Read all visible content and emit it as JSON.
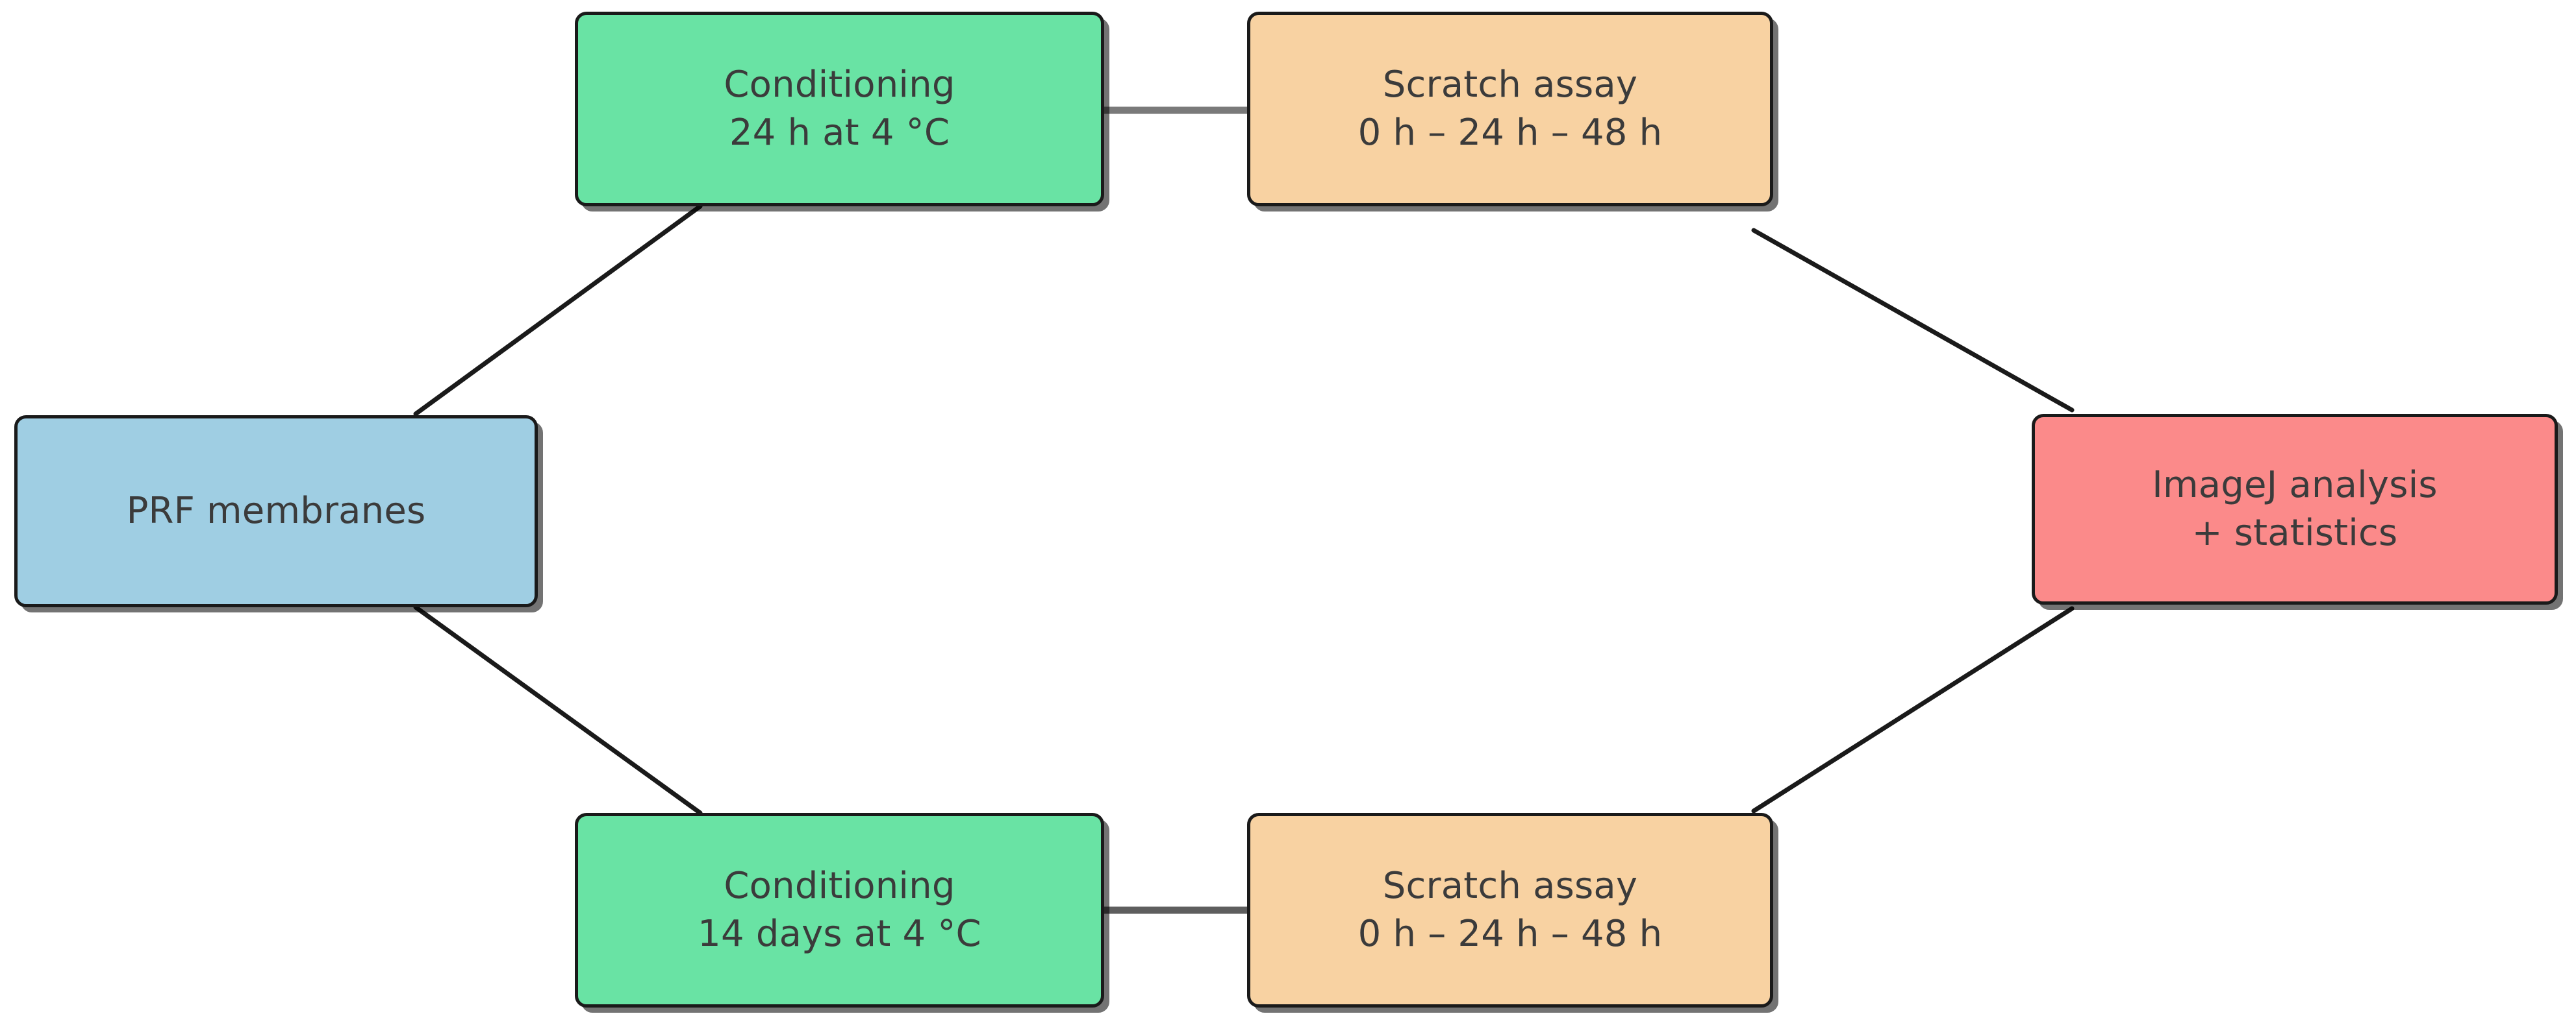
{
  "diagram": {
    "type": "flowchart",
    "title": "",
    "background_color": "#ffffff",
    "nodes": [
      {
        "id": "prf-membranes",
        "label_line1": "PRF membranes",
        "label_line2": "",
        "fill_color": "#9FCEE3",
        "border_color": "#1a1a1a",
        "text_color": "#3b3b3b",
        "role": "start"
      },
      {
        "id": "conditioning-24h",
        "label_line1": "Conditioning",
        "label_line2": "24 h at 4 °C",
        "fill_color": "#69E3A4",
        "border_color": "#1a1a1a",
        "text_color": "#3b3b3b",
        "role": "process"
      },
      {
        "id": "scratch-assay-top",
        "label_line1": "Scratch assay",
        "label_line2": "0 h – 24 h – 48 h",
        "fill_color": "#F8D2A2",
        "border_color": "#1a1a1a",
        "text_color": "#3b3b3b",
        "role": "process"
      },
      {
        "id": "conditioning-14d",
        "label_line1": "Conditioning",
        "label_line2": "14 days at 4 °C",
        "fill_color": "#69E3A4",
        "border_color": "#1a1a1a",
        "text_color": "#3b3b3b",
        "role": "process"
      },
      {
        "id": "scratch-assay-bottom",
        "label_line1": "Scratch assay",
        "label_line2": "0 h – 24 h – 48 h",
        "fill_color": "#F8D2A2",
        "border_color": "#1a1a1a",
        "text_color": "#3b3b3b",
        "role": "process"
      },
      {
        "id": "imagej-analysis",
        "label_line1": "ImageJ analysis",
        "label_line2": "+ statistics",
        "fill_color": "#FB8A8A",
        "border_color": "#1a1a1a",
        "text_color": "#3b3b3b",
        "role": "end"
      }
    ],
    "edges": [
      {
        "from": "prf-membranes",
        "to": "conditioning-24h",
        "style": "diagonal",
        "color": "#1a1a1a"
      },
      {
        "from": "prf-membranes",
        "to": "conditioning-14d",
        "style": "diagonal",
        "color": "#1a1a1a"
      },
      {
        "from": "conditioning-24h",
        "to": "scratch-assay-top",
        "style": "horizontal",
        "color": "#7a7a7a"
      },
      {
        "from": "conditioning-14d",
        "to": "scratch-assay-bottom",
        "style": "horizontal",
        "color": "#5e5e5e"
      },
      {
        "from": "scratch-assay-top",
        "to": "imagej-analysis",
        "style": "diagonal",
        "color": "#1a1a1a"
      },
      {
        "from": "scratch-assay-bottom",
        "to": "imagej-analysis",
        "style": "diagonal",
        "color": "#1a1a1a"
      }
    ]
  }
}
